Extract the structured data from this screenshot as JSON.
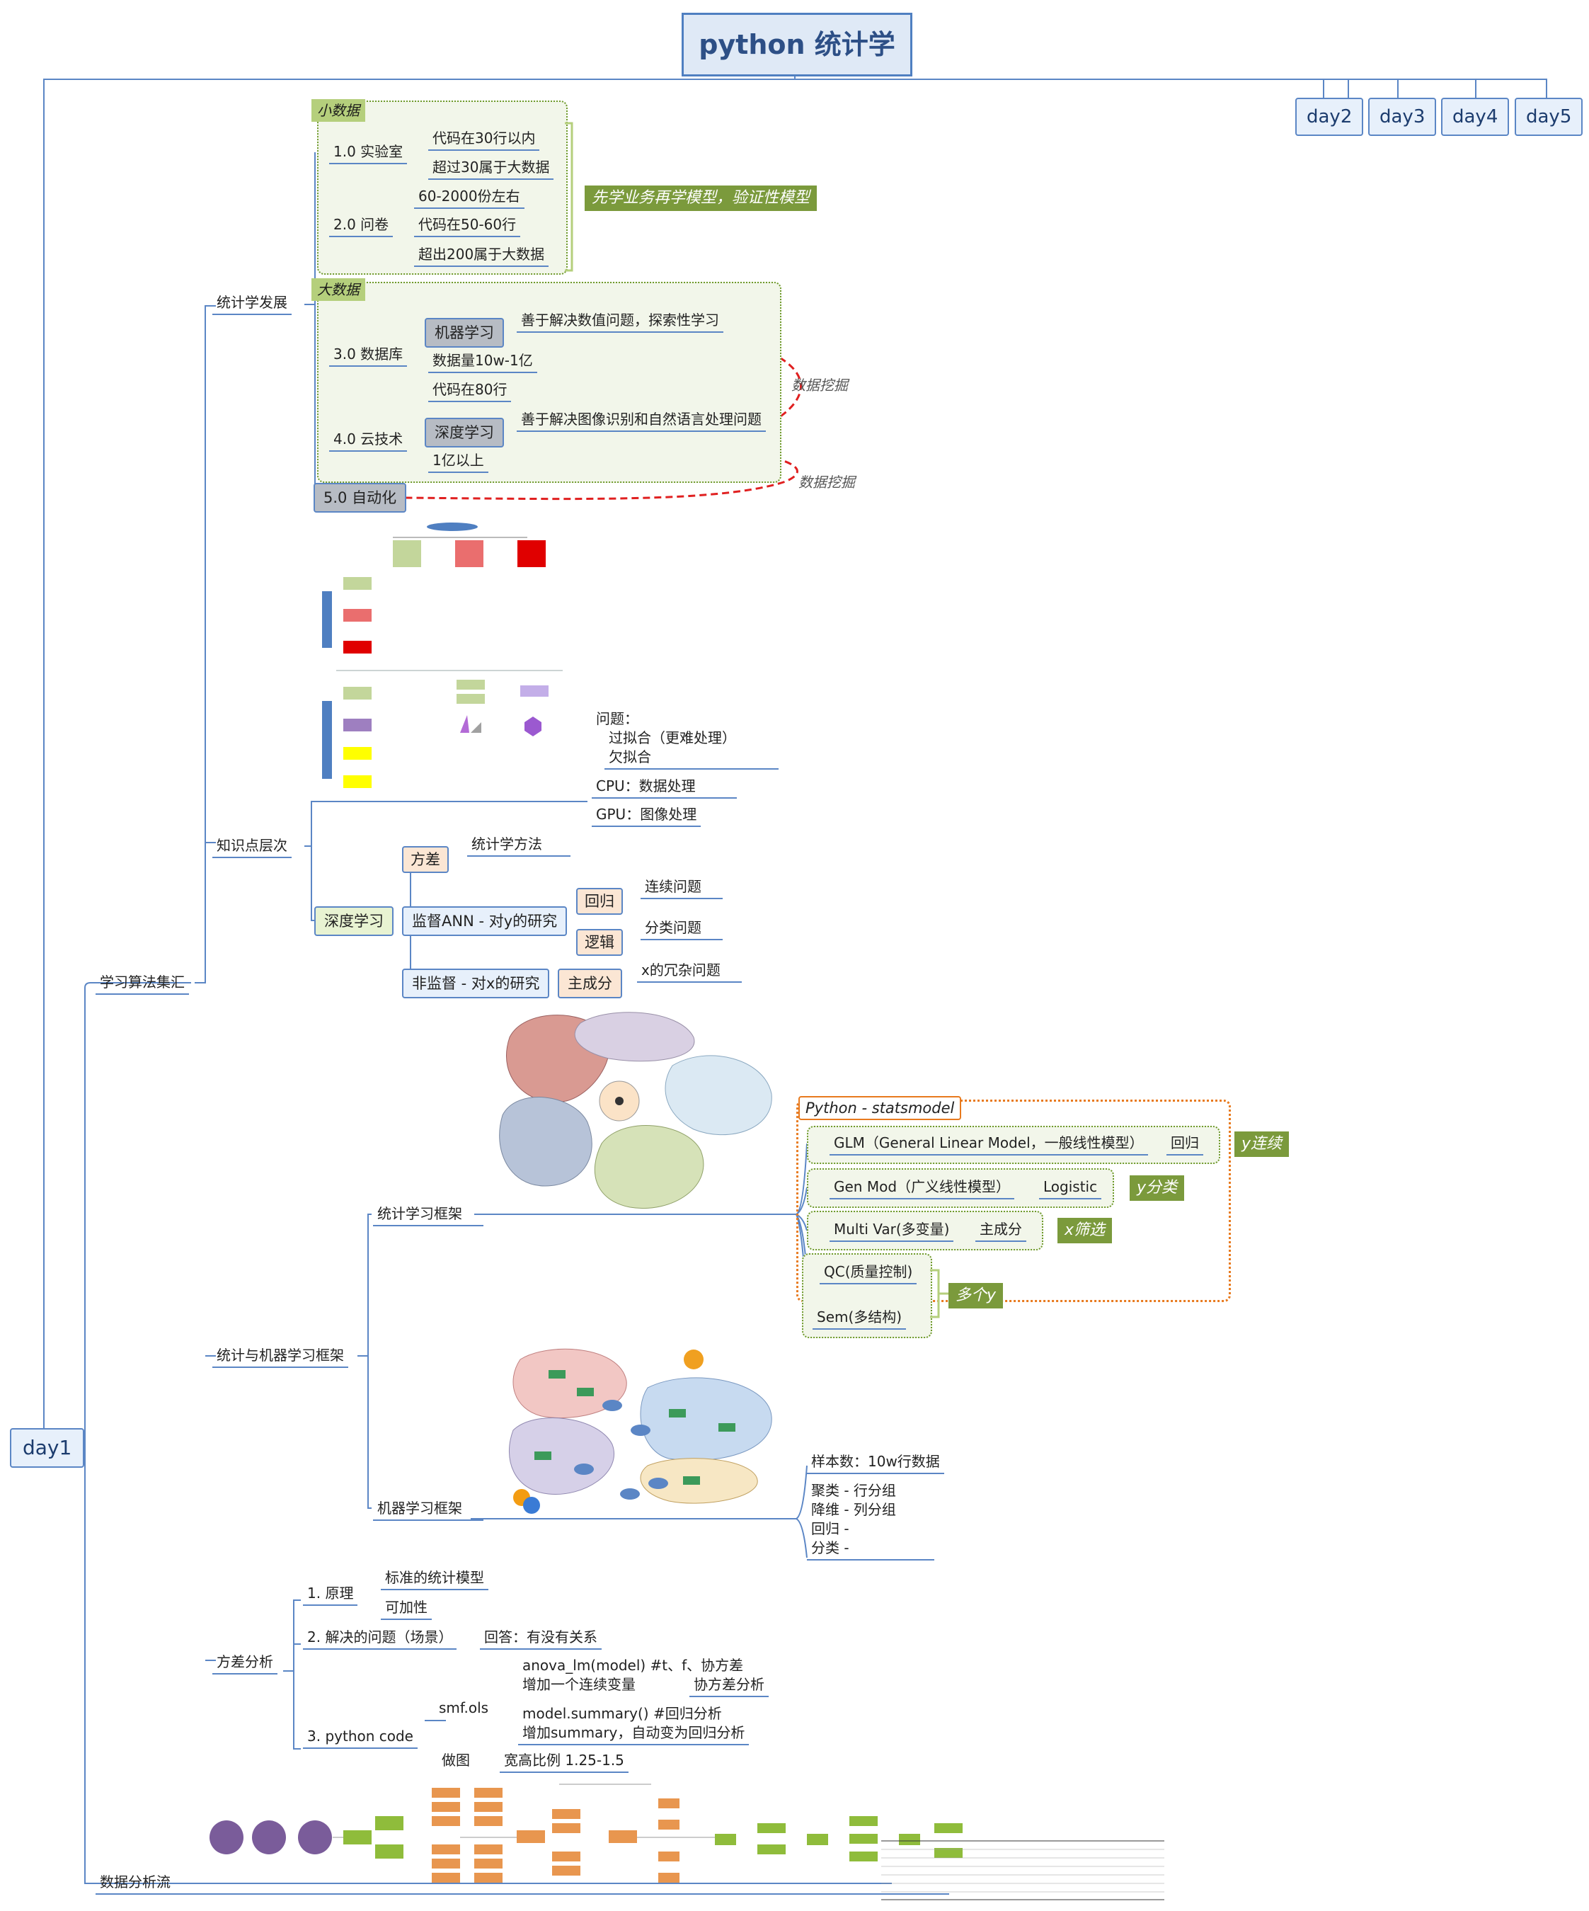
{
  "title": "python 统计学",
  "days": [
    "day1",
    "day2",
    "day3",
    "day4",
    "day5"
  ],
  "dev": {
    "label": "统计学发展",
    "small_data": "小数据",
    "big_data": "大数据",
    "lab": "1.0 实验室",
    "lab_items": [
      "代码在30行以内",
      "超过30属于大数据"
    ],
    "survey": "2.0 问卷",
    "survey_items": [
      "60-2000份左右",
      "代码在50-60行",
      "超出200属于大数据"
    ],
    "small_tag": "先学业务再学模型，验证性模型",
    "db": "3.0 数据库",
    "ml": "机器学习",
    "ml_note": "善于解决数值问题，探索性学习",
    "db_items": [
      "数据量10w-1亿",
      "代码在80行"
    ],
    "cloud": "4.0 云技术",
    "dl": "深度学习",
    "dl_note": "善于解决图像识别和自然语言处理问题",
    "cloud_items": [
      "1亿以上"
    ],
    "mining1": "数据挖掘",
    "mining2": "数据挖掘",
    "auto": "5.0 自动化"
  },
  "algos": {
    "label": "学习算法集汇",
    "knowledge": "知识点层次",
    "problem_lines": [
      "问题：",
      "过拟合（更难处理）",
      "欠拟合"
    ],
    "cpu": "CPU：数据处理",
    "gpu": "GPU：图像处理",
    "deep": "深度学习",
    "variance": "方差",
    "variance_note": "统计学方法",
    "supervised": "监督ANN - 对y的研究",
    "regression": "回归",
    "regression_note": "连续问题",
    "logic": "逻辑",
    "logic_note": "分类问题",
    "unsupervised": "非监督 - 对x的研究",
    "pca": "主成分",
    "pca_note": "x的冗杂问题"
  },
  "frameworks": {
    "label": "统计与机器学习框架",
    "stat": "统计学习框架",
    "python_statsmodel": "Python - statsmodel",
    "glm": "GLM（General Linear Model，一般线性模型）",
    "glm_child": "回归",
    "glm_tag": "y连续",
    "genmod": "Gen Mod（广义线性模型）",
    "genmod_child": "Logistic",
    "genmod_tag": "y分类",
    "multivar": "Multi Var(多变量)",
    "multivar_child": "主成分",
    "multivar_tag": "x筛选",
    "qc": "QC(质量控制)",
    "sem": "Sem(多结构)",
    "multi_y_tag": "多个y",
    "ml": "机器学习框架",
    "ml_items": [
      "样本数：10w行数据",
      "聚类 - 行分组",
      "降维 - 列分组",
      "回归 -",
      "分类 -"
    ]
  },
  "anova": {
    "label": "方差分析",
    "principle": "1. 原理",
    "principle_items": [
      "标准的统计模型",
      "可加性"
    ],
    "scene": "2. 解决的问题（场景）",
    "scene_answer": "回答：有没有关系",
    "code": "3. python code",
    "smf": "smf.ols",
    "smf_line1": "anova_lm(model) #t、f、协方差",
    "smf_line2a": "增加一个连续变量",
    "smf_line2b": "协方差分析",
    "smf_line3": "model.summary() #回归分析",
    "smf_line4": "增加summary，自动变为回归分析",
    "plot": "做图",
    "plot_note": "宽高比例 1.25-1.5"
  },
  "flow": {
    "label": "数据分析流"
  }
}
